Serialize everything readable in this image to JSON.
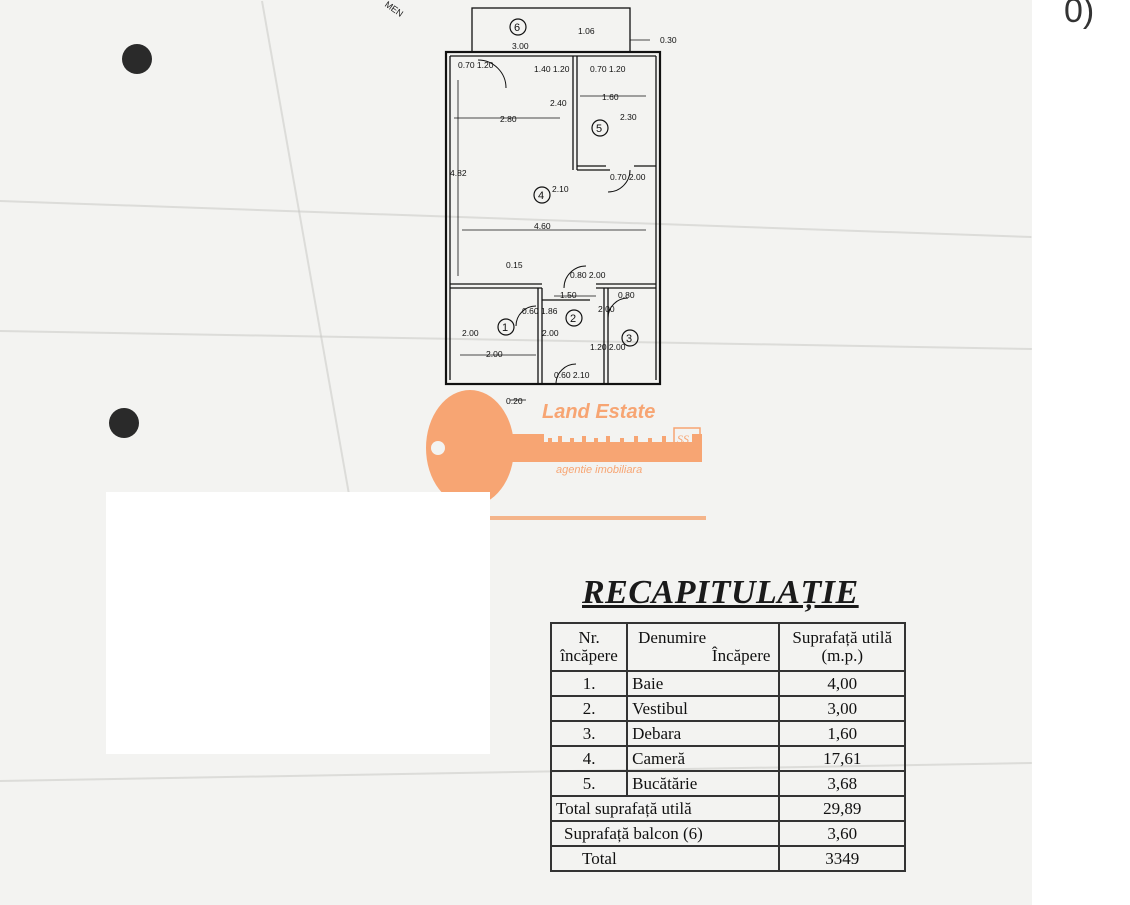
{
  "plan": {
    "dimensions": {
      "balcony_w": "1.06",
      "top_w": "3.00",
      "offset_top": "0.30",
      "d_070_120": "0.70 1.20",
      "d_140_120": "1.40 1.20",
      "d_070_120b": "0.70 1.20",
      "room4_w": "2.80",
      "d_240": "2.40",
      "kitchen_w": "1.60",
      "kitchen_h": "2.30",
      "height_482": "4.82",
      "d_210": "2.10",
      "d_070_200": "0.70 2.00",
      "width_460": "4.60",
      "d_015": "0.15",
      "d_080_200": "0.80 2.00",
      "d_150": "1.50",
      "d_080": "0.80",
      "d_060_186": "0.60 1.86",
      "d_200a": "2.00",
      "d_200b": "2.00",
      "d_200c": "2.00",
      "d_200d": "2.00",
      "d_120_200": "1.20 2.00",
      "d_060_210": "0.60 2.10",
      "d_020": "0.20"
    },
    "room_numbers": [
      "1",
      "2",
      "3",
      "4",
      "5",
      "6"
    ]
  },
  "logo": {
    "title": "Land Estate",
    "subtitle": "agentie imobiliara",
    "color": "#f7a573"
  },
  "recap": {
    "title": "RECAPITULAȚIE",
    "headers": {
      "col1_line1": "Nr.",
      "col1_line2": "încăpere",
      "col2_line1": "Denumire",
      "col2_line2": "Încăpere",
      "col3_line1": "Suprafață utilă",
      "col3_line2": "(m.p.)"
    },
    "rows": [
      {
        "nr": "1.",
        "name": "Baie",
        "area": "4,00"
      },
      {
        "nr": "2.",
        "name": "Vestibul",
        "area": "3,00"
      },
      {
        "nr": "3.",
        "name": "Debara",
        "area": "1,60"
      },
      {
        "nr": "4.",
        "name": "Cameră",
        "area": "17,61"
      },
      {
        "nr": "5.",
        "name": "Bucătărie",
        "area": "3,68"
      }
    ],
    "total_useful_label": "Total suprafață utilă",
    "total_useful_value": "29,89",
    "balcony_label": "Suprafață balcon (6)",
    "balcony_value": "3,60",
    "total_label": "Total",
    "total_value": "3349"
  },
  "fragments": {
    "top_text": "MEN",
    "corner_mark": "0)"
  }
}
